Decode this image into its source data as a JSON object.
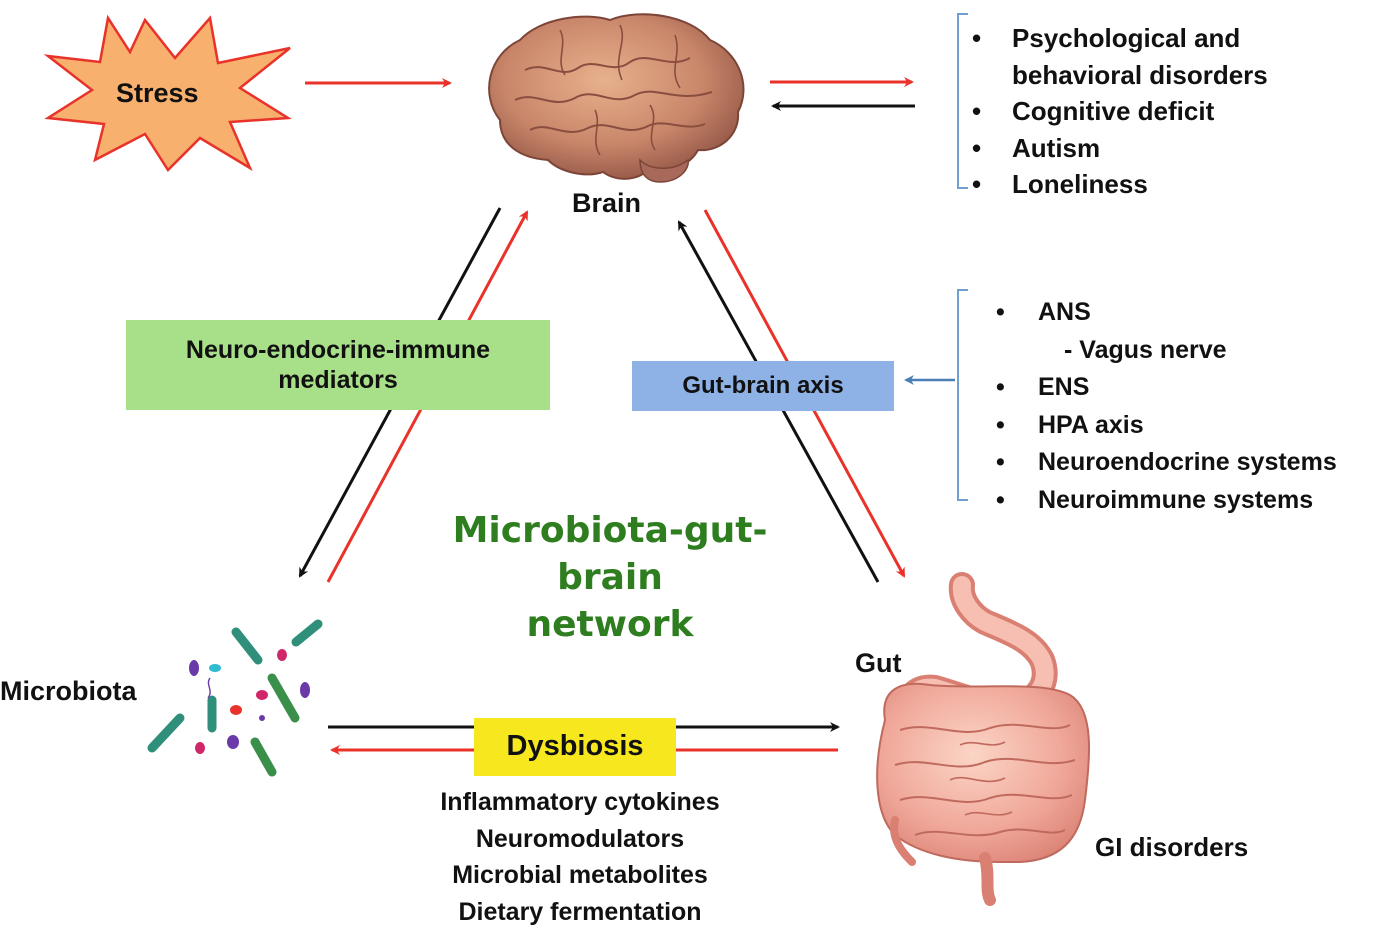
{
  "nodes": {
    "stress": "Stress",
    "brain": "Brain",
    "microbiota": "Microbiota",
    "gut": "Gut",
    "gi_disorders": "GI disorders"
  },
  "center_title": {
    "line1": "Microbiota-gut-brain",
    "line2": "network"
  },
  "boxes": {
    "neuro_line1": "Neuro-endocrine-immune",
    "neuro_line2": "mediators",
    "gut_brain_axis": "Gut-brain axis",
    "dysbiosis": "Dysbiosis"
  },
  "brain_outcomes": [
    "Psychological and",
    "behavioral disorders",
    "Cognitive deficit",
    "Autism",
    "Loneliness"
  ],
  "axis_components": [
    "ANS",
    "- Vagus nerve",
    "ENS",
    "HPA axis",
    "Neuroendocrine systems",
    "Neuroimmune systems"
  ],
  "dysbiosis_factors": [
    "Inflammatory cytokines",
    "Neuromodulators",
    "Microbial metabolites",
    "Dietary fermentation"
  ],
  "colors": {
    "red_arrow": "#e8322a",
    "black_arrow": "#111111",
    "blue_arrow": "#4a7fb5",
    "bracket": "#6fa0cf",
    "green_box": "#a8e08a",
    "blue_box": "#8fb2e6",
    "yellow_box": "#f7e71f",
    "stress_fill": "#f8b06e",
    "stress_stroke": "#e8322a",
    "title_green": "#2e7d1f"
  },
  "icons": [
    "stress-starburst-icon",
    "brain-icon",
    "bacteria-cluster-icon",
    "gut-organ-icon"
  ]
}
